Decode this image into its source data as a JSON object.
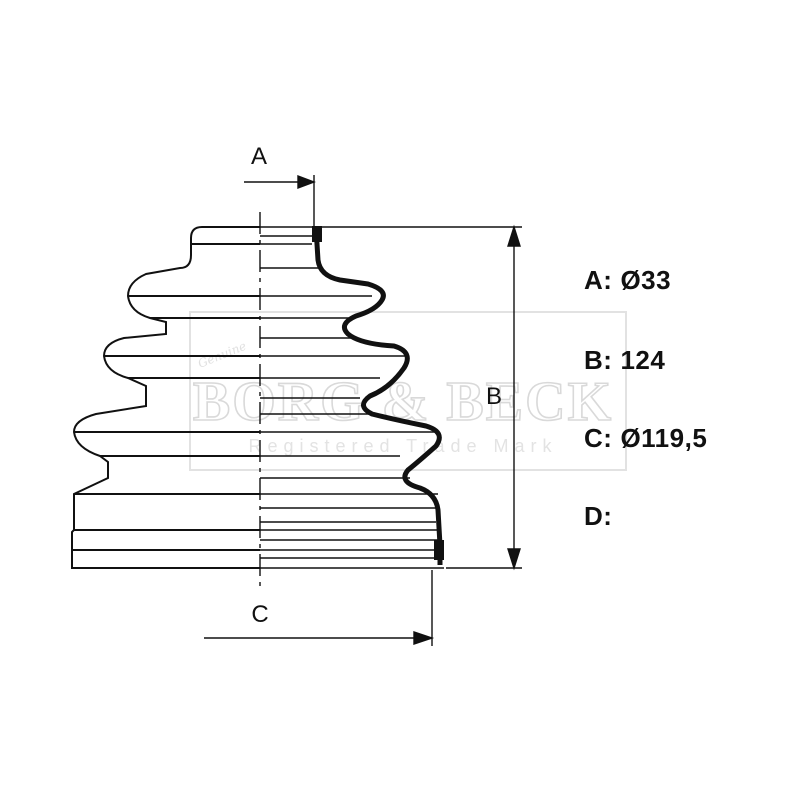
{
  "diagram": {
    "dimension_labels": {
      "a": "A",
      "b": "B",
      "c": "C"
    }
  },
  "specs": [
    {
      "key": "A:",
      "value": "Ø33"
    },
    {
      "key": "B:",
      "value": "124"
    },
    {
      "key": "C:",
      "value": "Ø119,5"
    },
    {
      "key": "D:",
      "value": ""
    }
  ],
  "watermark": {
    "brand": "BORG & BECK",
    "tagline": "Registered Trade Mark",
    "genuine": "Genuine"
  }
}
